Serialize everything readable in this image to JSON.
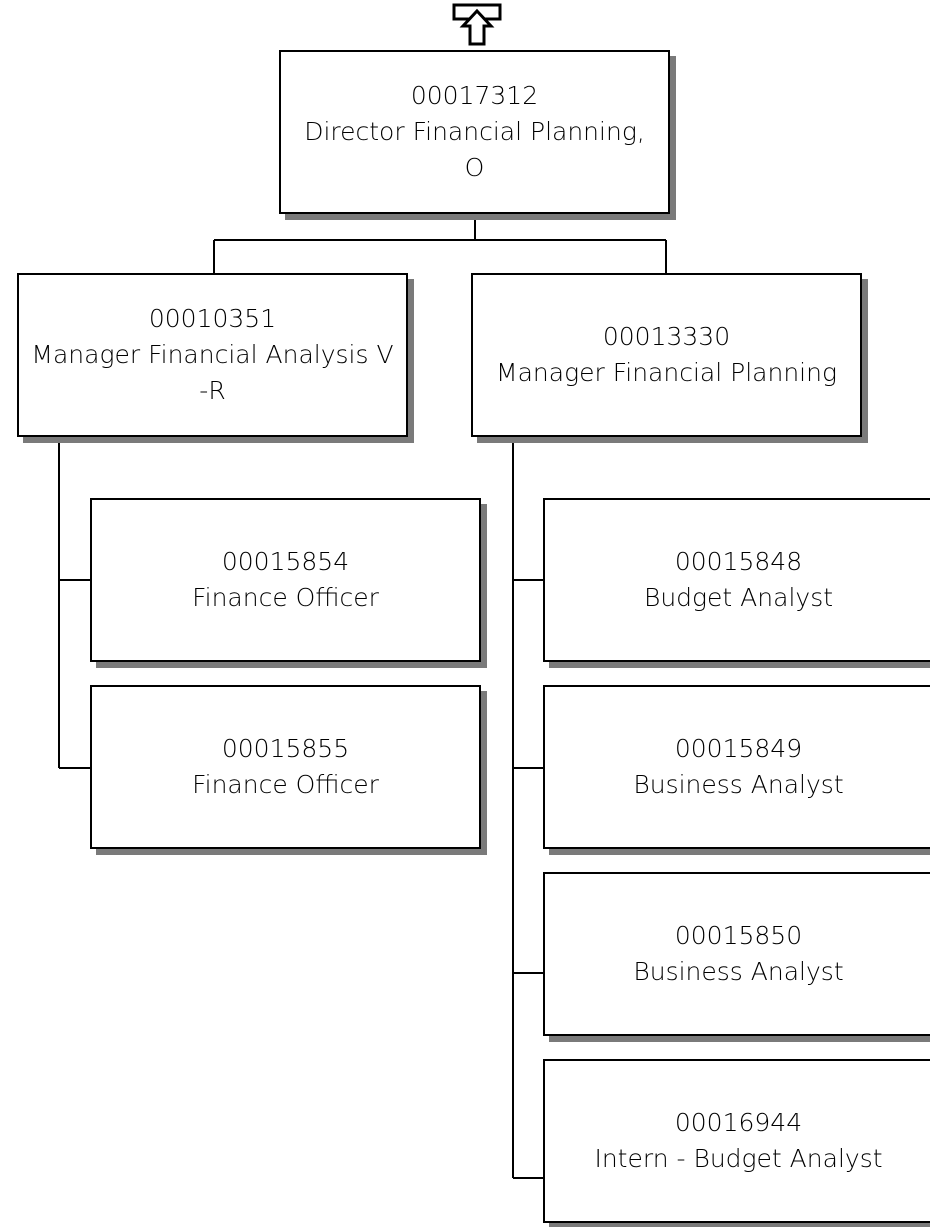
{
  "navigation": {
    "up_icon": "up-arrow-icon"
  },
  "org_chart": {
    "root": {
      "id": "00017312",
      "title": "Director Financial Planning,",
      "title2": "O"
    },
    "managers": [
      {
        "id": "00010351",
        "title": "Manager Financial Analysis V",
        "title2": "-R",
        "reports": [
          {
            "id": "00015854",
            "title": "Finance Officer"
          },
          {
            "id": "00015855",
            "title": "Finance Officer"
          }
        ]
      },
      {
        "id": "00013330",
        "title": "Manager Financial Planning",
        "title2": "",
        "reports": [
          {
            "id": "00015848",
            "title": "Budget Analyst"
          },
          {
            "id": "00015849",
            "title": "Business Analyst"
          },
          {
            "id": "00015850",
            "title": "Business Analyst"
          },
          {
            "id": "00016944",
            "title": "Intern - Budget Analyst"
          }
        ]
      }
    ]
  }
}
